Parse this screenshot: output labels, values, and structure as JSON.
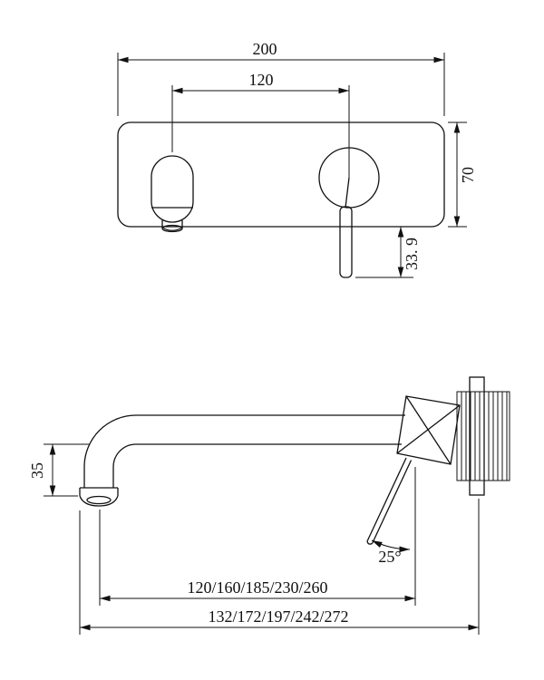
{
  "drawing": {
    "line_color": "#111111",
    "front_view": {
      "plate_width": "200",
      "spout_to_handle_distance": "120",
      "plate_height": "70",
      "handle_extension": "33. 9"
    },
    "side_view": {
      "outlet_drop": "35",
      "handle_angle": "25°",
      "spout_reach_variants": "120/160/185/230/260",
      "overall_reach_variants": "132/172/197/242/272"
    }
  }
}
